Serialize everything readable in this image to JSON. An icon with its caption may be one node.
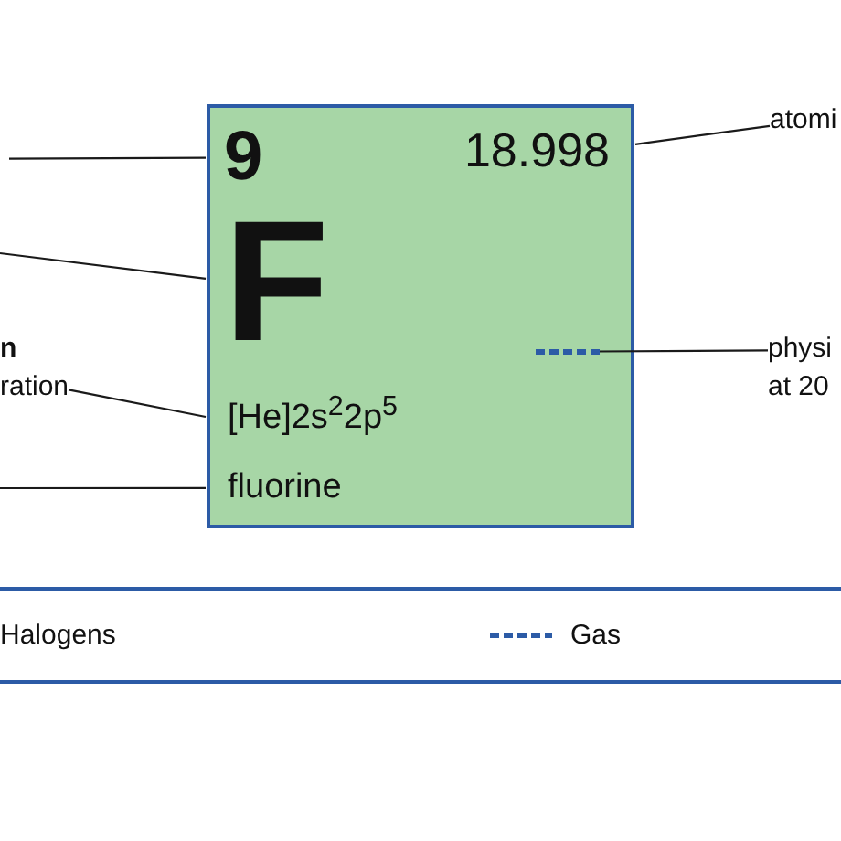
{
  "diagram": {
    "nodes": [
      {
        "text": [],
        "shape": "box"
      },
      {
        "text": [
          "9"
        ],
        "in": 0
      },
      {
        "text": [
          "18.998"
        ],
        "in": 0
      },
      {
        "text": [
          "F"
        ],
        "in": 0
      },
      {
        "text": [
          "[He]2s$^{2}$2p$^{5}$"
        ],
        "in": 0
      },
      {
        "text": [
          "fluorine"
        ],
        "in": 0
      },
      {
        "text": [],
        "shape": "line",
        "in": 0
      },
      {
        "text": [
          "atomi"
        ]
      },
      {
        "text": [
          "n",
          "ration"
        ]
      },
      {
        "text": [
          "physi at 20"
        ]
      }
    ],
    "edges": [
      {
        "from": null,
        "to": 1,
        "arrow": "none"
      },
      {
        "from": null,
        "to": 3,
        "arrow": "none"
      },
      {
        "from": 8,
        "to": 4,
        "arrow": "none"
      },
      {
        "from": null,
        "to": 5,
        "arrow": "none"
      },
      {
        "from": 7,
        "to": 2,
        "arrow": "none"
      },
      {
        "from": 9,
        "to": 6,
        "arrow": "none"
      }
    ],
    "labels": [
      "Halogens"
    ],
    "legend": [
      {
        "text": "Gas"
      }
    ]
  }
}
